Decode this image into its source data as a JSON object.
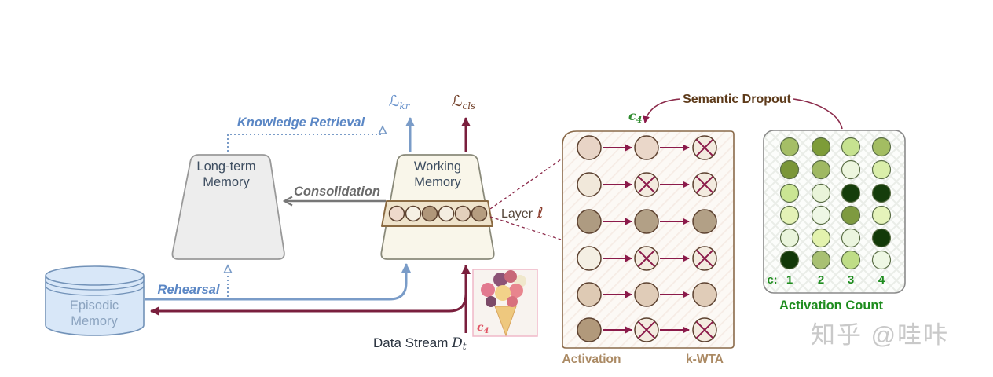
{
  "labels": {
    "episodic_line1": "Episodic",
    "episodic_line2": "Memory",
    "ltm_line1": "Long-term",
    "ltm_line2": "Memory",
    "wm_line1": "Working",
    "wm_line2": "Memory",
    "knowledge_retrieval": "Knowledge Retrieval",
    "consolidation": "Consolidation",
    "rehearsal": "Rehearsal",
    "data_stream_text": "Data Stream ",
    "data_stream_symbol": "D",
    "data_stream_sub": "t",
    "loss_kr_symbol": "ℒ",
    "loss_kr_sub": "kr",
    "loss_cls_symbol": "ℒ",
    "loss_cls_sub": "cls",
    "layer_text": "Layer",
    "layer_symbol": "ℓ",
    "semantic_dropout": "Semantic Dropout",
    "class_symbol": "c",
    "class_sub": "4",
    "image_class_symbol": "c",
    "image_class_sub": "4",
    "watermark": "知乎 @哇咔"
  },
  "layer_strip": {
    "stroke": "#5d4230",
    "neuron_colors": [
      "#eed9cb",
      "#f6f0e4",
      "#b0977a",
      "#f4ede1",
      "#e3d0bc",
      "#b59d80"
    ]
  },
  "middle_panel": {
    "label_left": "Activation",
    "label_right": "k-WTA",
    "stroke": "#5d4230",
    "crossed_fill": "#f3ebdf",
    "cross_color": "#8b1a4a",
    "arrow_color": "#8b1a4a",
    "rows": [
      [
        {
          "fill": "#e8d4c6",
          "crossed": false
        },
        {
          "fill": "#ead7c9",
          "crossed": false
        },
        {
          "fill": "",
          "crossed": true
        }
      ],
      [
        {
          "fill": "#f1e8da",
          "crossed": false
        },
        {
          "fill": "",
          "crossed": true
        },
        {
          "fill": "",
          "crossed": true
        }
      ],
      [
        {
          "fill": "#ae9b81",
          "crossed": false
        },
        {
          "fill": "#b2a086",
          "crossed": false
        },
        {
          "fill": "#b2a086",
          "crossed": false
        }
      ],
      [
        {
          "fill": "#f4efe3",
          "crossed": false
        },
        {
          "fill": "",
          "crossed": true
        },
        {
          "fill": "",
          "crossed": true
        }
      ],
      [
        {
          "fill": "#decab4",
          "crossed": false
        },
        {
          "fill": "#e0ccb8",
          "crossed": false
        },
        {
          "fill": "#e0ccb8",
          "crossed": false
        }
      ],
      [
        {
          "fill": "#b1997b",
          "crossed": false
        },
        {
          "fill": "",
          "crossed": true
        },
        {
          "fill": "",
          "crossed": true
        }
      ]
    ]
  },
  "count_panel": {
    "axis_prefix": "c:",
    "columns": [
      "1",
      "2",
      "3",
      "4"
    ],
    "caption": "Activation Count",
    "stroke": "#5a6e46",
    "grid": [
      [
        "#a5be66",
        "#7d9c38",
        "#c6e290",
        "#a3bd62"
      ],
      [
        "#7a9638",
        "#9fb862",
        "#edf6df",
        "#daeeaa"
      ],
      [
        "#cae593",
        "#e9f4d9",
        "#153d0b",
        "#153d0b"
      ],
      [
        "#e4f2b6",
        "#eef7e5",
        "#7e9a40",
        "#e5f3ba"
      ],
      [
        "#eaf5dc",
        "#e3f2ae",
        "#ebf5df",
        "#123a08"
      ],
      [
        "#123808",
        "#a8c072",
        "#bfdd87",
        "#eef7e4"
      ]
    ]
  },
  "colors": {
    "blue_arrow": "#7a9cc8",
    "blue_label": "#5b87c5",
    "maroon_arrow": "#7a1f3d",
    "maroon_detail": "#8b1a4a",
    "gray_arrow": "#777777",
    "loss_kr_color": "#6a93cc",
    "loss_cls_color": "#713f28",
    "green_label": "#1e8c1e"
  }
}
